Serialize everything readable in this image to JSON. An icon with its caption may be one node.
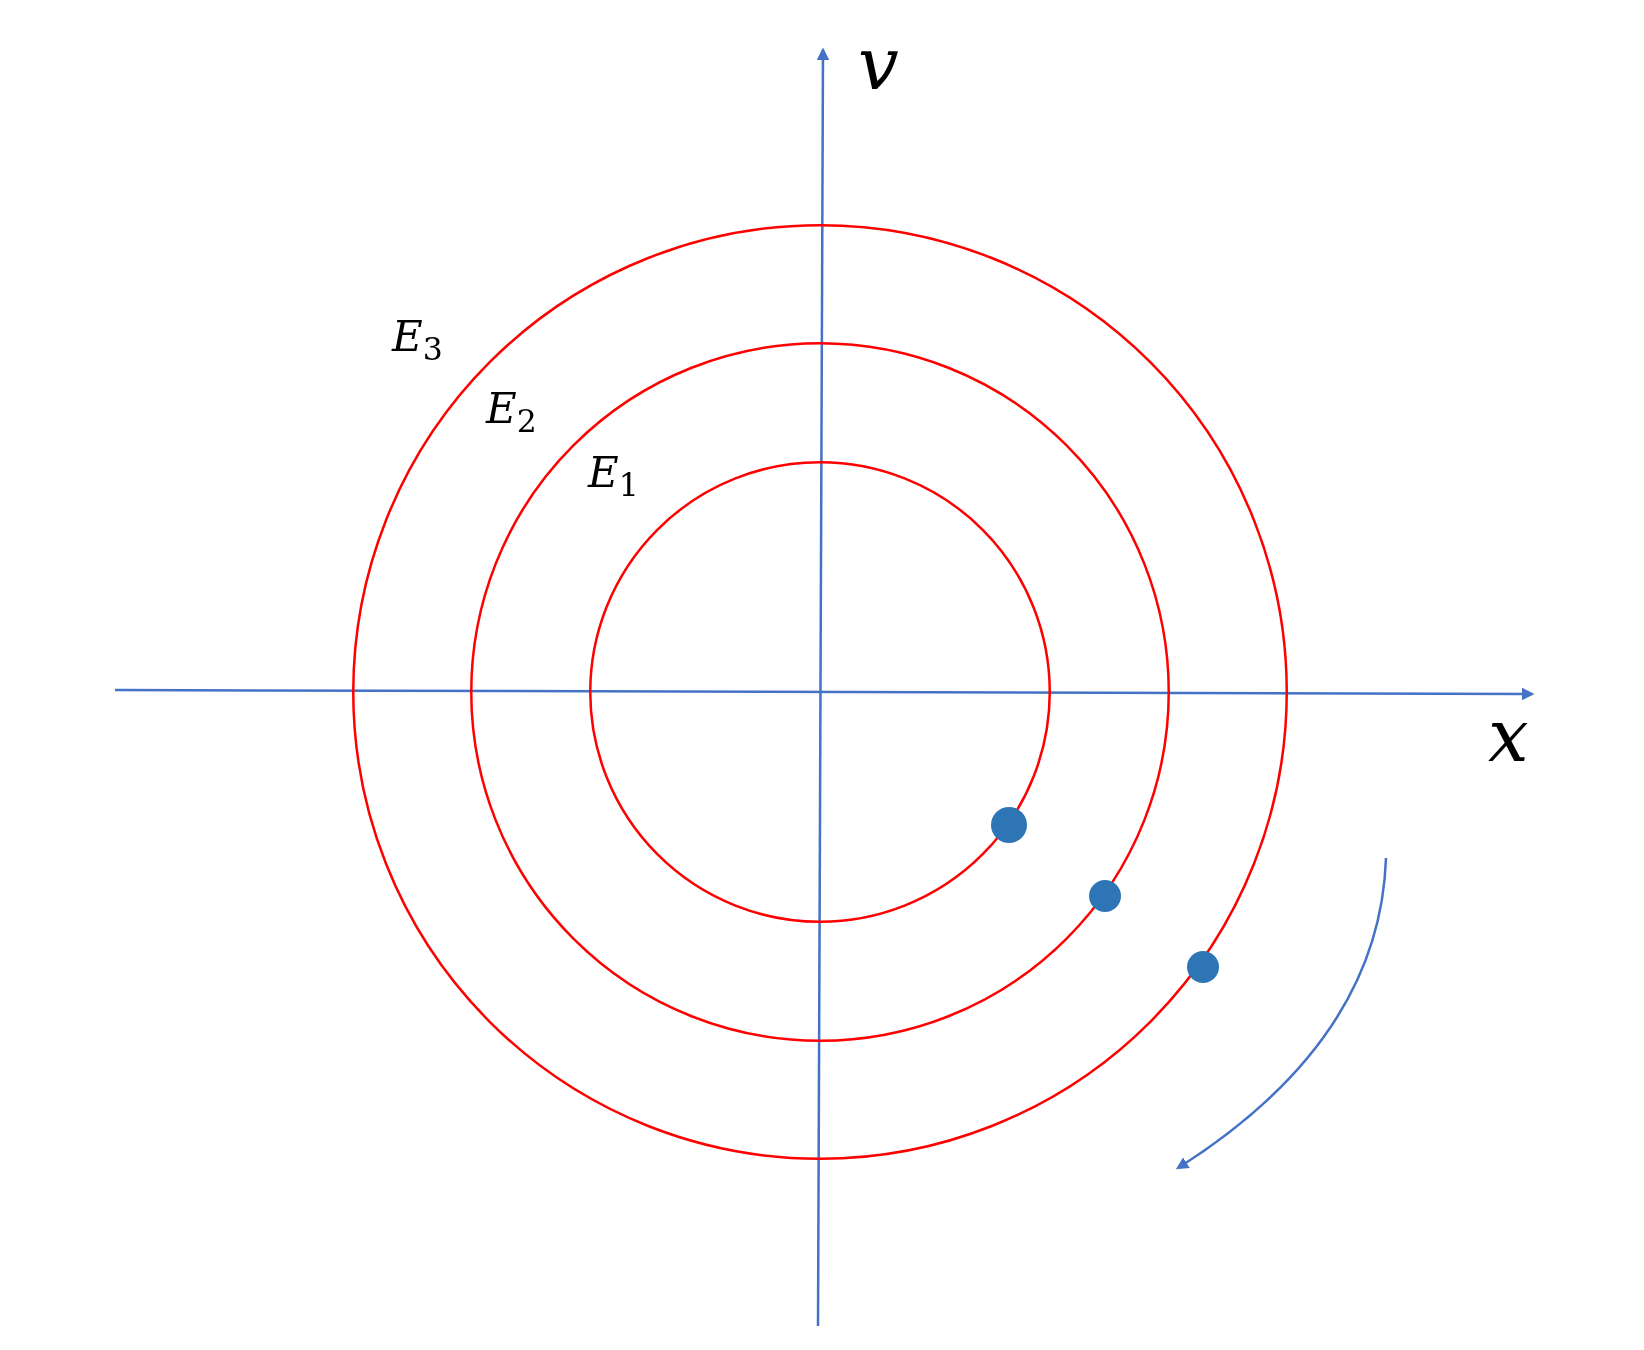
{
  "diagram": {
    "nodes": [
      {
        "text": [
          "*E*$_{3}$"
        ]
      },
      {
        "text": [
          "*E*$_{2}$"
        ],
        "in": 0
      },
      {
        "text": [
          "*E*$_{1}$"
        ],
        "in": 1
      },
      {
        "text": [],
        "shape": "circle",
        "in": 1
      },
      {
        "text": [],
        "shape": "circle",
        "in": 0
      },
      {
        "text": [],
        "shape": "circle"
      }
    ],
    "labels": [
      "*v*",
      "*x*"
    ]
  }
}
